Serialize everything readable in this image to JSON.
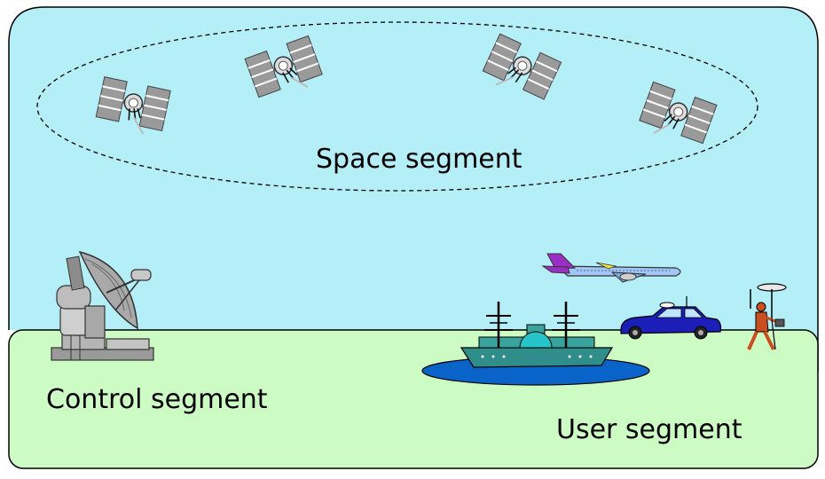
{
  "labels": {
    "space": "Space segment",
    "control": "Control segment",
    "user": "User segment"
  },
  "colors": {
    "sky": "#b4eef7",
    "ground": "#ccfbc4",
    "outline": "#000000",
    "water": "#0a63c9",
    "ship": "#2f8e8a",
    "car": "#1b1fb8",
    "plane_body": "#9fc6f4",
    "plane_tail": "#9b2fc4",
    "surveyor": "#c9501e"
  },
  "icons": [
    "satellite-icon",
    "satellite-dish-icon",
    "airplane-icon",
    "car-icon",
    "ship-icon",
    "surveyor-icon"
  ]
}
